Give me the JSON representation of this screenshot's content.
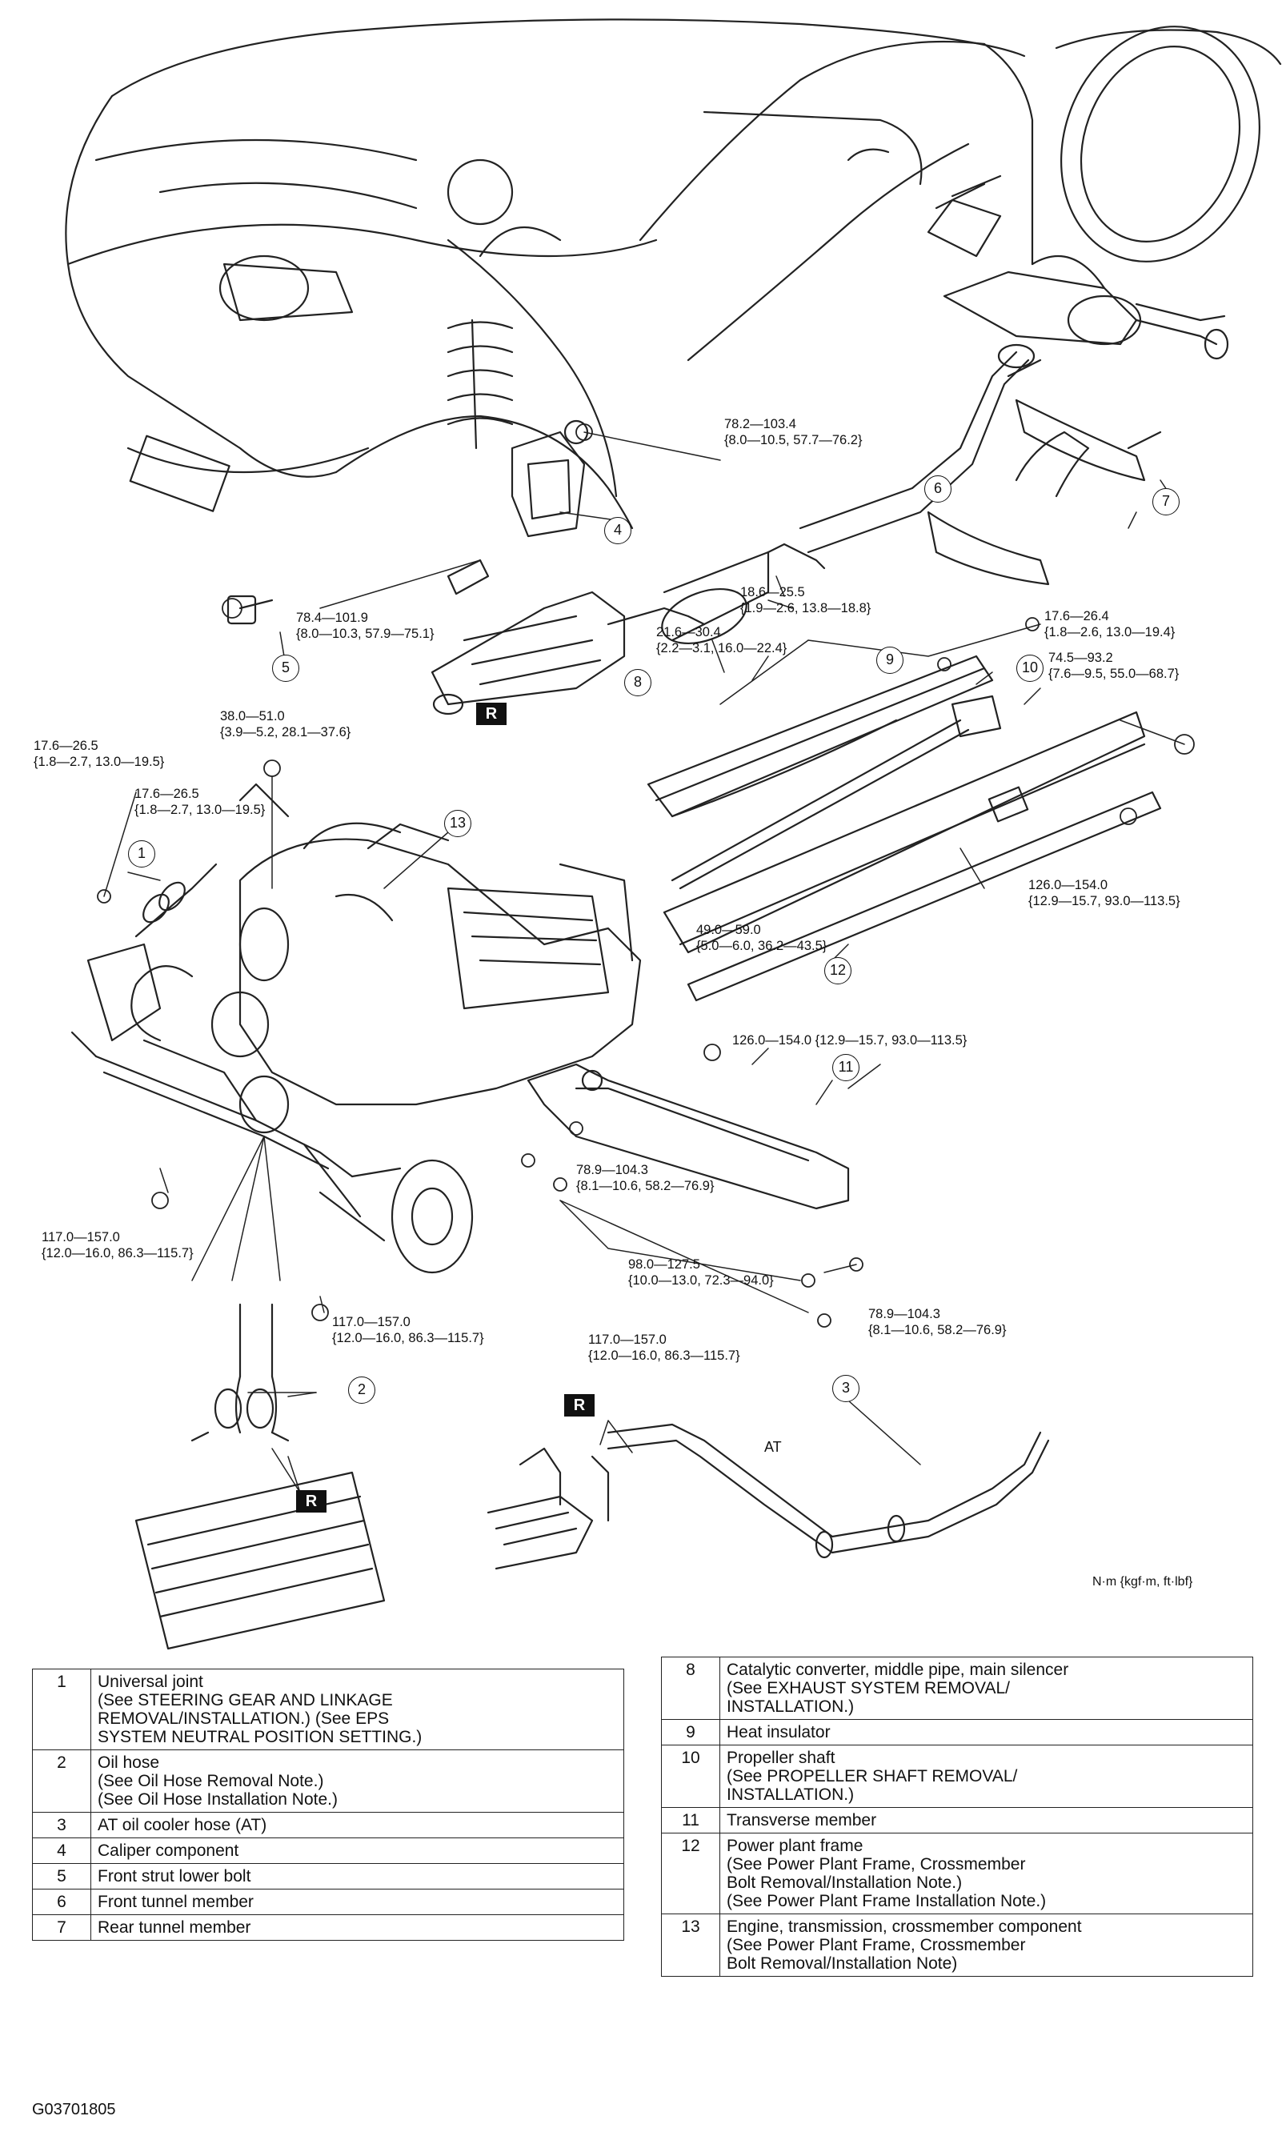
{
  "figure_id": "G03701805",
  "units_note": "N·m {kgf·m, ft·lbf}",
  "at_label": "AT",
  "r_label": "R",
  "torque_labels": {
    "t_782": {
      "line1": "78.2—103.4",
      "line2": "{8.0—10.5, 57.7—76.2}"
    },
    "t_784": {
      "line1": "78.4—101.9",
      "line2": "{8.0—10.3, 57.9—75.1}"
    },
    "t_186": {
      "line1": "18.6—25.5",
      "line2": "{1.9—2.6, 13.8—18.8}"
    },
    "t_216": {
      "line1": "21.6—30.4",
      "line2": "{2.2—3.1, 16.0—22.4}"
    },
    "t_176_tunnel": {
      "line1": "17.6—26.4",
      "line2": "{1.8—2.6, 13.0—19.4}"
    },
    "t_745": {
      "line1": "74.5—93.2",
      "line2": "{7.6—9.5, 55.0—68.7}"
    },
    "t_380": {
      "line1": "38.0—51.0",
      "line2": "{3.9—5.2, 28.1—37.6}"
    },
    "t_176_a": {
      "line1": "17.6—26.5",
      "line2": "{1.8—2.7, 13.0—19.5}"
    },
    "t_176_b": {
      "line1": "17.6—26.5",
      "line2": "{1.8—2.7, 13.0—19.5}"
    },
    "t_1260_a": {
      "line1": "126.0—154.0",
      "line2": "{12.9—15.7, 93.0—113.5}"
    },
    "t_490": {
      "line1": "49.0—59.0",
      "line2": "{5.0—6.0, 36.2—43.5}"
    },
    "t_1260_b": {
      "line1": "126.0—154.0 {12.9—15.7, 93.0—113.5}"
    },
    "t_789_a": {
      "line1": "78.9—104.3",
      "line2": "{8.1—10.6, 58.2—76.9}"
    },
    "t_1170_a": {
      "line1": "117.0—157.0",
      "line2": "{12.0—16.0, 86.3—115.7}"
    },
    "t_980": {
      "line1": "98.0—127.5",
      "line2": "{10.0—13.0, 72.3—94.0}"
    },
    "t_789_b": {
      "line1": "78.9—104.3",
      "line2": "{8.1—10.6, 58.2—76.9}"
    },
    "t_1170_b": {
      "line1": "117.0—157.0",
      "line2": "{12.0—16.0, 86.3—115.7}"
    },
    "t_1170_c": {
      "line1": "117.0—157.0",
      "line2": "{12.0—16.0, 86.3—115.7}"
    }
  },
  "callouts": [
    "1",
    "2",
    "3",
    "4",
    "5",
    "6",
    "7",
    "8",
    "9",
    "10",
    "11",
    "12",
    "13"
  ],
  "legend_left": [
    {
      "num": "1",
      "desc": "Universal joint\n(See STEERING GEAR AND LINKAGE\nREMOVAL/INSTALLATION.) (See EPS\nSYSTEM NEUTRAL POSITION SETTING.)"
    },
    {
      "num": "2",
      "desc": "Oil hose\n(See  Oil Hose Removal Note.)\n(See  Oil Hose Installation Note.)"
    },
    {
      "num": "3",
      "desc": "AT oil cooler hose (AT)"
    },
    {
      "num": "4",
      "desc": "Caliper component"
    },
    {
      "num": "5",
      "desc": "Front strut lower bolt"
    },
    {
      "num": "6",
      "desc": "Front tunnel member"
    },
    {
      "num": "7",
      "desc": "Rear tunnel member"
    }
  ],
  "legend_right": [
    {
      "num": "8",
      "desc": "Catalytic converter, middle pipe, main silencer\n(See  EXHAUST SYSTEM REMOVAL/\nINSTALLATION.)"
    },
    {
      "num": "9",
      "desc": "Heat insulator"
    },
    {
      "num": "10",
      "desc": "Propeller shaft\n(See PROPELLER SHAFT REMOVAL/\nINSTALLATION.)"
    },
    {
      "num": "11",
      "desc": "Transverse member"
    },
    {
      "num": "12",
      "desc": "Power plant frame\n(See Power Plant Frame, Crossmember\nBolt Removal/Installation Note.)\n(See Power Plant Frame Installation Note.)"
    },
    {
      "num": "13",
      "desc": "Engine, transmission, crossmember component\n(See Power Plant Frame, Crossmember\nBolt Removal/Installation Note)"
    }
  ]
}
